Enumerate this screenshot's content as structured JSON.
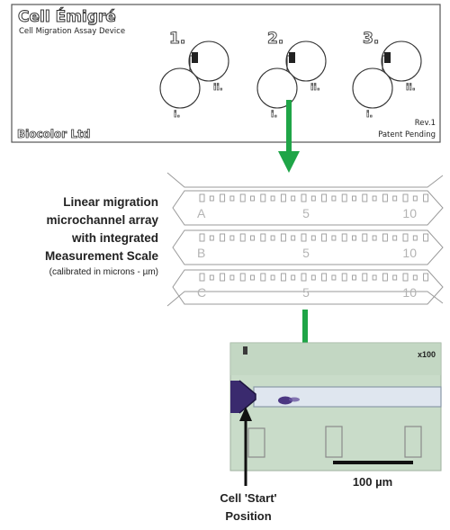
{
  "device": {
    "title": "Cell Émigré",
    "subtitle": "Cell Migration Assay Device",
    "maker": "Biocolor Ltd",
    "revision": "Rev.1",
    "patent": "Patent Pending",
    "wells": [
      {
        "number": "1.",
        "inlet_label": "i.",
        "outlet_label": "ii."
      },
      {
        "number": "2.",
        "inlet_label": "i.",
        "outlet_label": "ii."
      },
      {
        "number": "3.",
        "inlet_label": "i.",
        "outlet_label": "ii."
      }
    ]
  },
  "array": {
    "caption_line1": "Linear migration",
    "caption_line2": "microchannel array",
    "caption_line3": "with integrated",
    "caption_line4": "Measurement Scale",
    "caption_line5": "(calibrated in microns - µm)",
    "channels": [
      {
        "letter": "A",
        "mid": "5",
        "end": "10"
      },
      {
        "letter": "B",
        "mid": "5",
        "end": "10"
      },
      {
        "letter": "C",
        "mid": "5",
        "end": "10"
      }
    ]
  },
  "micrograph": {
    "magnification": "x100",
    "scale_bar_label": "100 µm",
    "start_label_line1": "Cell 'Start'",
    "start_label_line2": "Position"
  },
  "colors": {
    "arrow_green": "#1fa547",
    "outline_gray": "#8a8a8a",
    "micrograph_bg": "#c9dcc9",
    "cell_stain": "#3a2a6e"
  }
}
